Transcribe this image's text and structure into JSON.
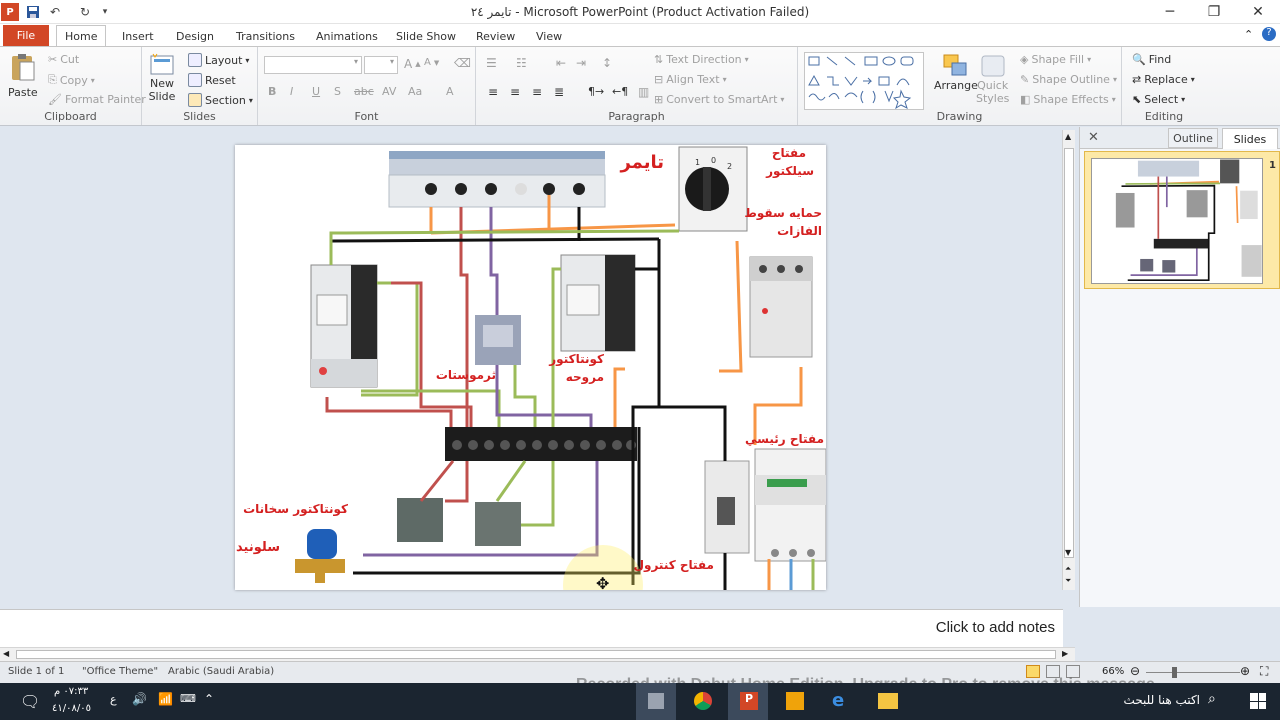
{
  "window": {
    "title": "تايمر ٢٤  -  Microsoft PowerPoint (Product Activation Failed)",
    "qa_icons": [
      "powerpoint-app-icon",
      "save-icon",
      "undo-icon",
      "redo-icon",
      "customize-icon"
    ]
  },
  "tabs": [
    {
      "label": "File"
    },
    {
      "label": "Home"
    },
    {
      "label": "Insert"
    },
    {
      "label": "Design"
    },
    {
      "label": "Transitions"
    },
    {
      "label": "Animations"
    },
    {
      "label": "Slide Show"
    },
    {
      "label": "Review"
    },
    {
      "label": "View"
    }
  ],
  "ribbon": {
    "clipboard": {
      "label": "Clipboard",
      "paste": "Paste",
      "cut": "Cut",
      "copy": "Copy",
      "format_painter": "Format Painter"
    },
    "slides": {
      "label": "Slides",
      "new_slide_1": "New",
      "new_slide_2": "Slide",
      "layout": "Layout",
      "reset": "Reset",
      "section": "Section"
    },
    "font": {
      "label": "Font",
      "bold": "B",
      "italic": "I",
      "underline": "U",
      "shadow": "S",
      "strike": "abc",
      "spacing": "AV",
      "case": "Aa",
      "color": "A"
    },
    "paragraph": {
      "label": "Paragraph",
      "text_direction": "Text Direction",
      "align_text": "Align Text",
      "convert_smartart": "Convert to SmartArt"
    },
    "drawing": {
      "label": "Drawing",
      "arrange": "Arrange",
      "quick_styles_1": "Quick",
      "quick_styles_2": "Styles",
      "shape_fill": "Shape Fill",
      "shape_outline": "Shape Outline",
      "shape_effects": "Shape Effects"
    },
    "editing": {
      "label": "Editing",
      "find": "Find",
      "replace": "Replace",
      "select": "Select"
    }
  },
  "slide_labels": {
    "timer": "تايمر",
    "selector_1": "مفتاح",
    "selector_2": "سيلكتور",
    "phase_1": "حمايه سقوط",
    "phase_2": "الفازات",
    "thermostat": "ثرموستات",
    "fan_contactor_1": "كونتاكتور",
    "fan_contactor_2": "مروحه",
    "main_switch": "مفتاح رئيسي",
    "heater_contactor": "كونتاكتور سخانات",
    "solenoid": "سلونيد",
    "control_switch": "مفتاح كنترول"
  },
  "pane": {
    "outline_tab": "Outline",
    "slides_tab": "Slides",
    "thumb_number": "1"
  },
  "notes": {
    "placeholder": "Click to add notes"
  },
  "status": {
    "slide_info": "Slide 1 of 1",
    "theme": "\"Office Theme\"",
    "language": "Arabic (Saudi Arabia)",
    "zoom": "66%"
  },
  "watermark": "Recorded with Debut Home Edition. Upgrade to Pro to remove this message",
  "taskbar": {
    "search_placeholder": "اكتب هنا للبحث",
    "time": "٠٧:٣٣ م",
    "date": "٤١/٠٨/٠٥",
    "lang": "ع"
  },
  "colors": {
    "accent": "#d24726",
    "wire_black": "#111111",
    "wire_red": "#c0504d",
    "wire_green": "#9bbb59",
    "wire_purple": "#8064a2",
    "wire_orange": "#f79646",
    "label_red": "#d42020"
  }
}
